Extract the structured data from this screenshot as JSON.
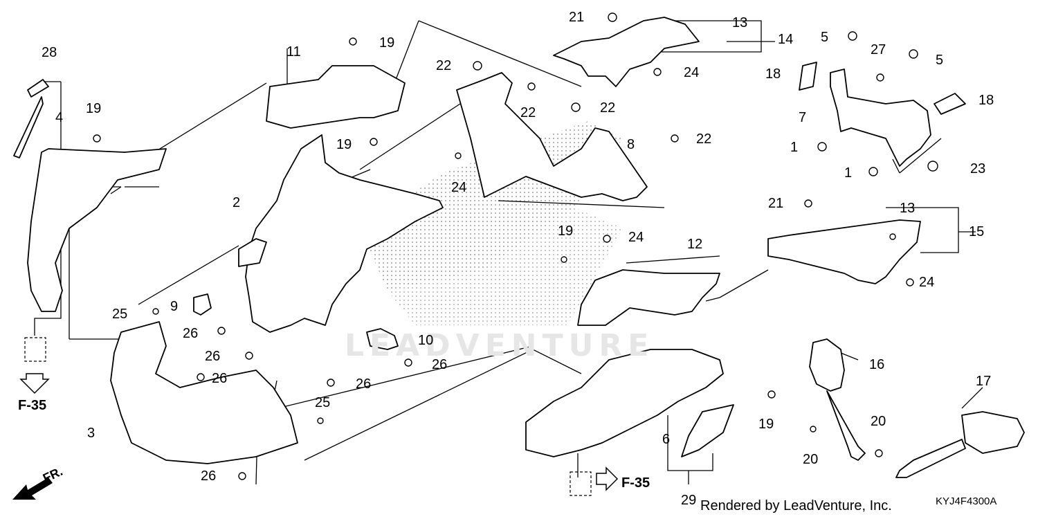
{
  "labels": [
    "1",
    "1",
    "2",
    "3",
    "4",
    "5",
    "5",
    "6",
    "7",
    "8",
    "9",
    "10",
    "11",
    "12",
    "13",
    "13",
    "14",
    "15",
    "16",
    "17",
    "18",
    "18",
    "19",
    "19",
    "19",
    "19",
    "19",
    "20",
    "20",
    "21",
    "21",
    "22",
    "22",
    "22",
    "22",
    "23",
    "24",
    "24",
    "24",
    "24",
    "25",
    "25",
    "26",
    "26",
    "26",
    "26",
    "26",
    "26",
    "27",
    "28",
    "29"
  ],
  "refs": [
    "F-35",
    "F-35"
  ],
  "front_marker": "FR.",
  "footer": "Rendered by LeadVenture, Inc.",
  "diagram_code": "KYJ4F4300A",
  "watermark": "LEADVENTURE",
  "colors": {
    "line": "#000000",
    "dots": "#9a9a9a",
    "watermark": "#e6e6e6"
  }
}
